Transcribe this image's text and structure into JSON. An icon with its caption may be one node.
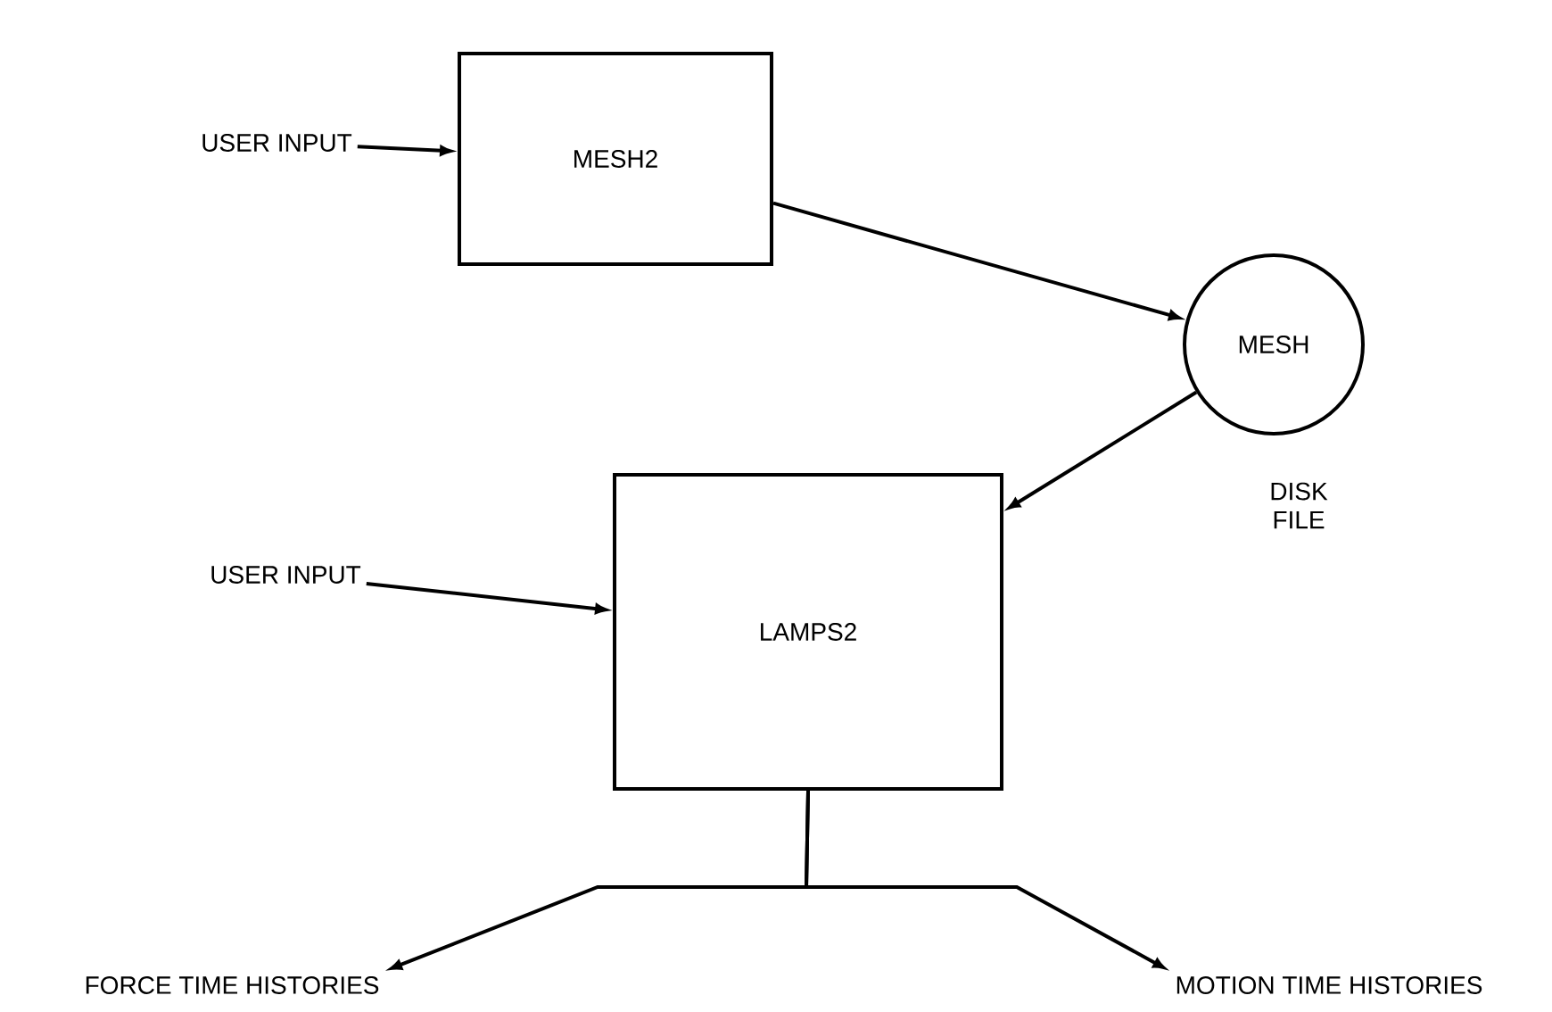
{
  "diagram": {
    "nodes": [
      {
        "text": [
          "USER INPUT"
        ]
      },
      {
        "text": [
          "MESH2"
        ]
      },
      {
        "text": [
          "MESH"
        ],
        "beside": [
          "DISK FILE"
        ]
      },
      {
        "text": [
          "USER INPUT"
        ]
      },
      {
        "text": [
          "LAMPS2"
        ]
      },
      {
        "text": [
          "FORCE TIME HISTORIES"
        ]
      },
      {
        "text": [
          "MOTION TIME HISTORIES"
        ]
      }
    ],
    "edges": [
      {
        "from": 0,
        "to": 1,
        "arrow": "to"
      },
      {
        "from": 1,
        "to": 2,
        "arrow": "to"
      },
      {
        "from": 2,
        "to": 4,
        "arrow": "to"
      },
      {
        "from": 3,
        "to": 4,
        "arrow": "to"
      },
      {
        "from": 4,
        "to": 5,
        "arrow": "to"
      },
      {
        "from": 4,
        "to": 6,
        "arrow": "to"
      }
    ]
  }
}
